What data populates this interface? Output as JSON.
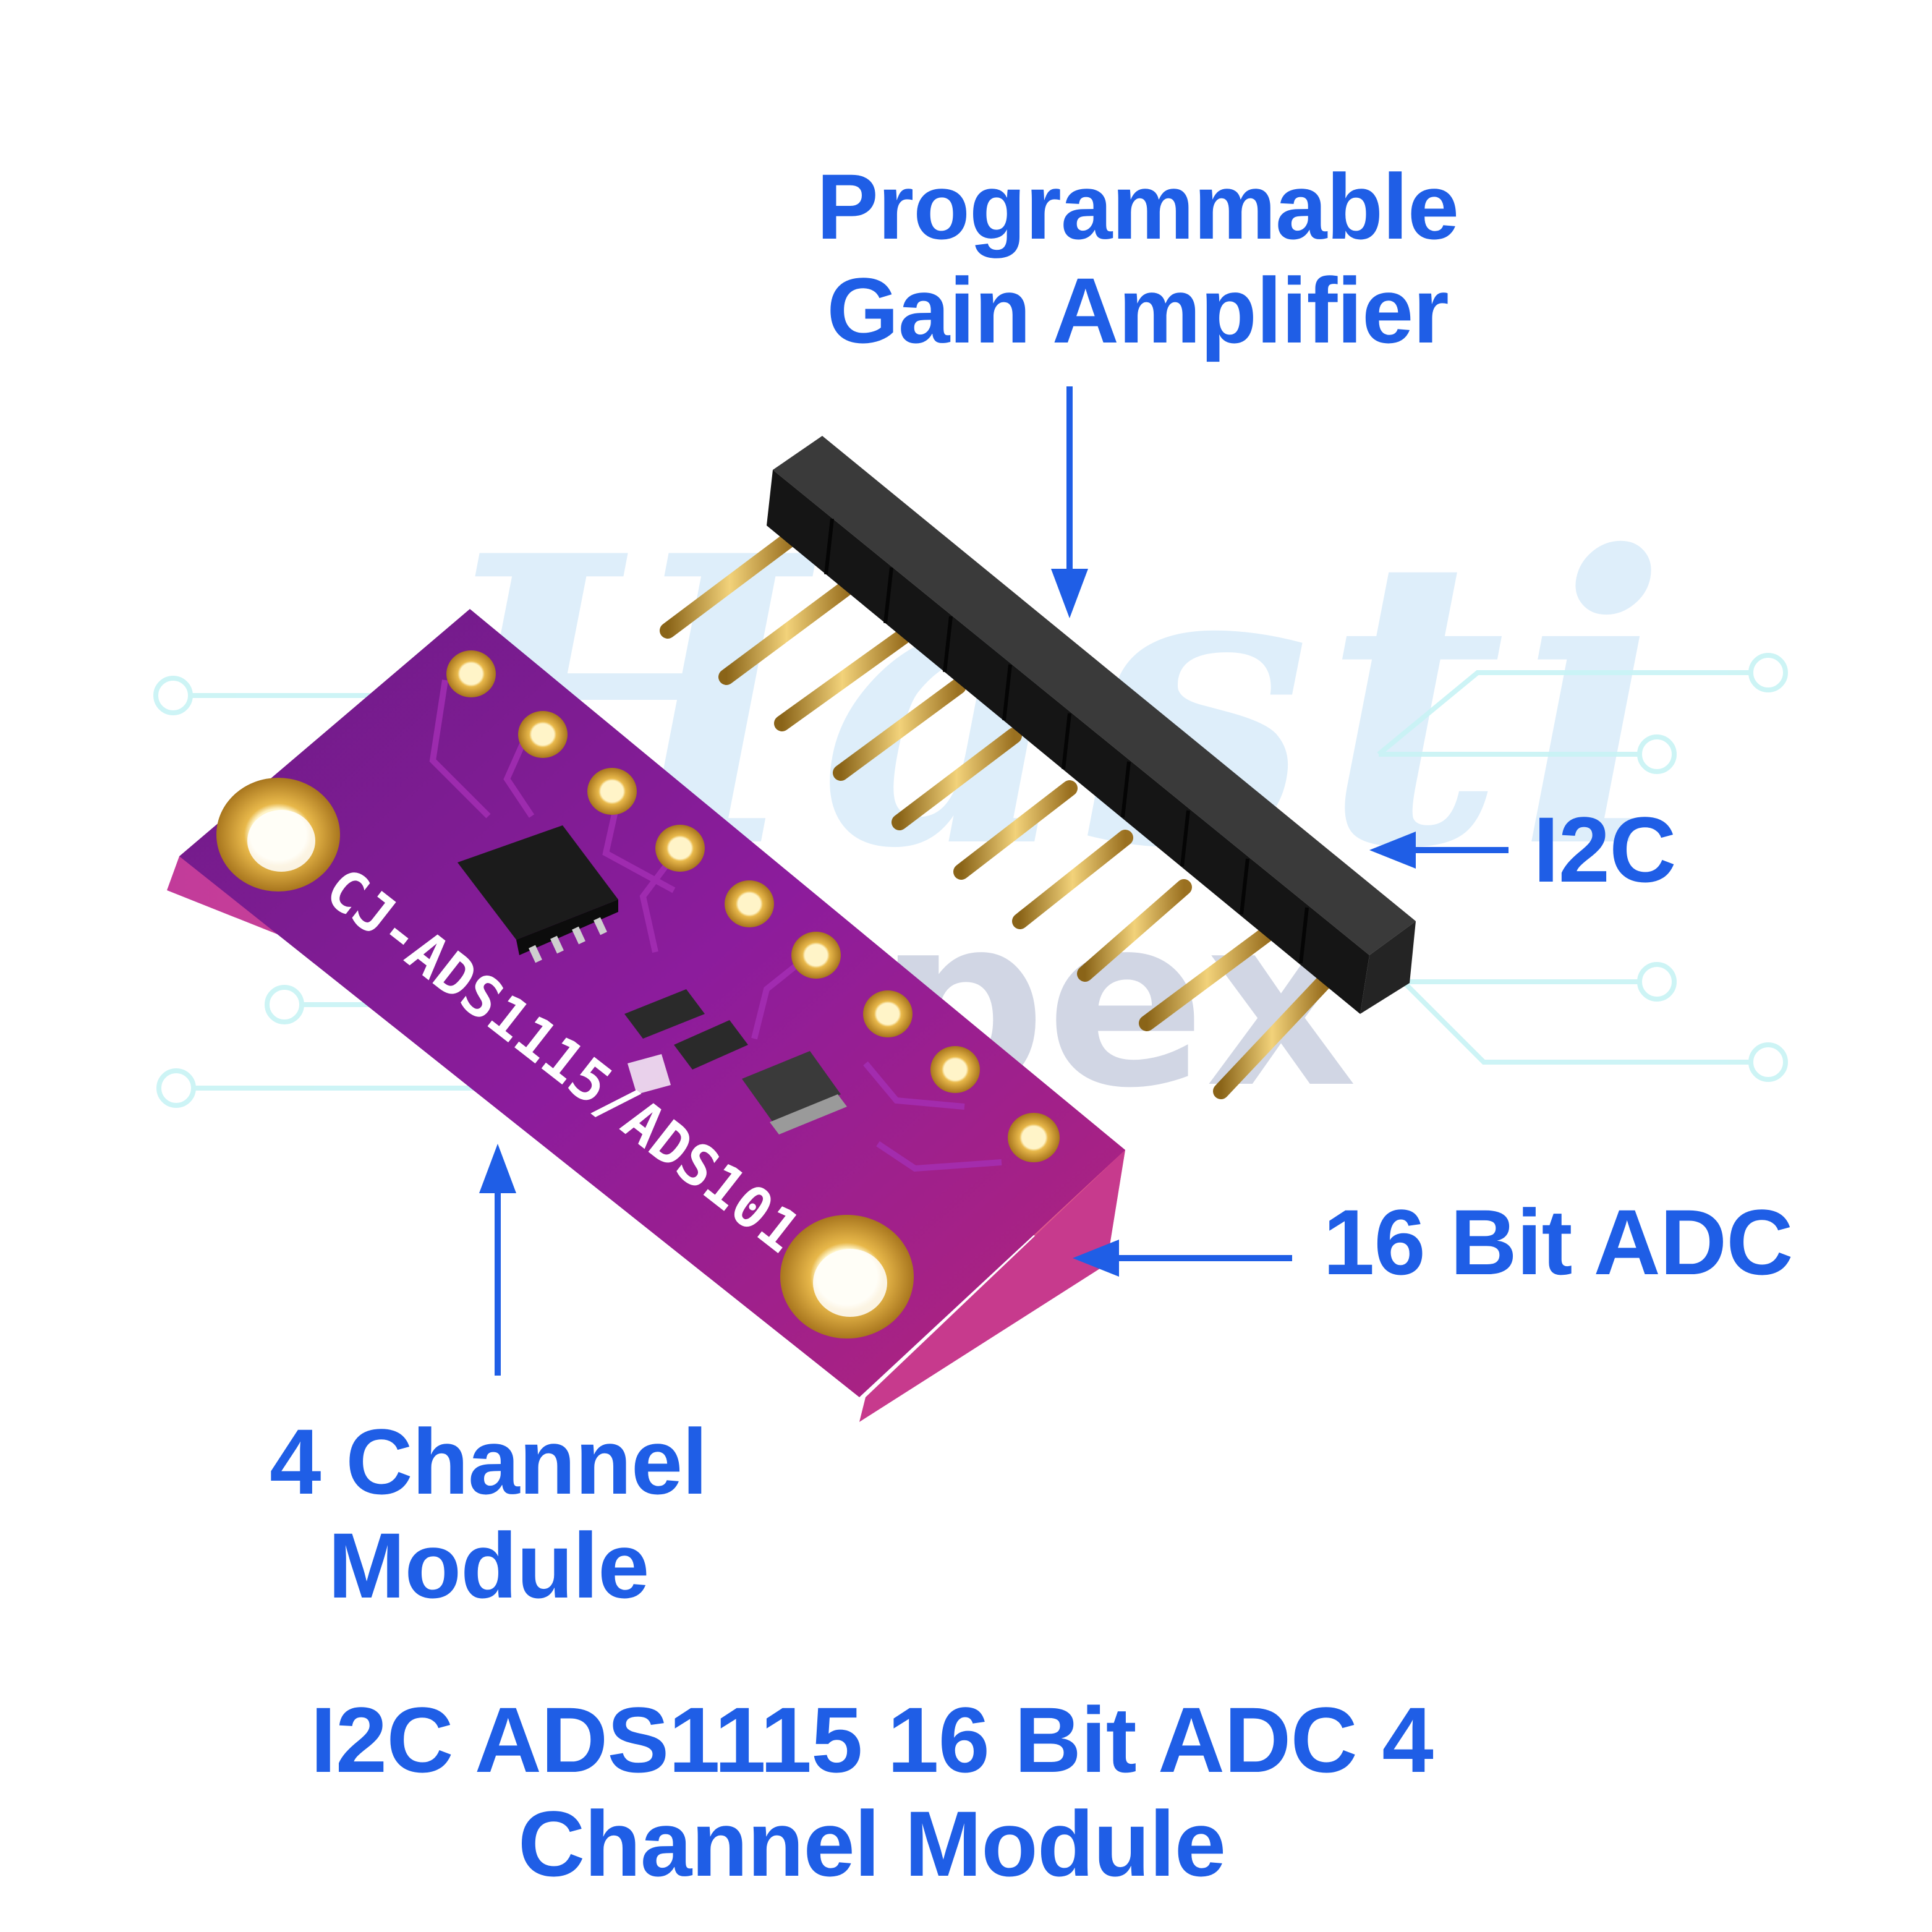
{
  "watermark": {
    "main": "Hasti",
    "sub": "pex"
  },
  "board": {
    "silkscreen": "CJ-ADS1115/ADS101"
  },
  "labels": {
    "pga": [
      "Programmable",
      "Gain Amplifier"
    ],
    "i2c": "I2C",
    "adc": "16 Bit ADC",
    "channel": [
      "4 Channel",
      "Module"
    ]
  },
  "title": [
    "I2C ADS1115 16 Bit ADC 4",
    "Channel Module"
  ],
  "colors": {
    "label": "#1f5ee6",
    "pcb": "#8a1a9a",
    "gold": "#d4a23a",
    "header": "#1e1e1e",
    "watermark_lines": "#c8f3f5"
  }
}
